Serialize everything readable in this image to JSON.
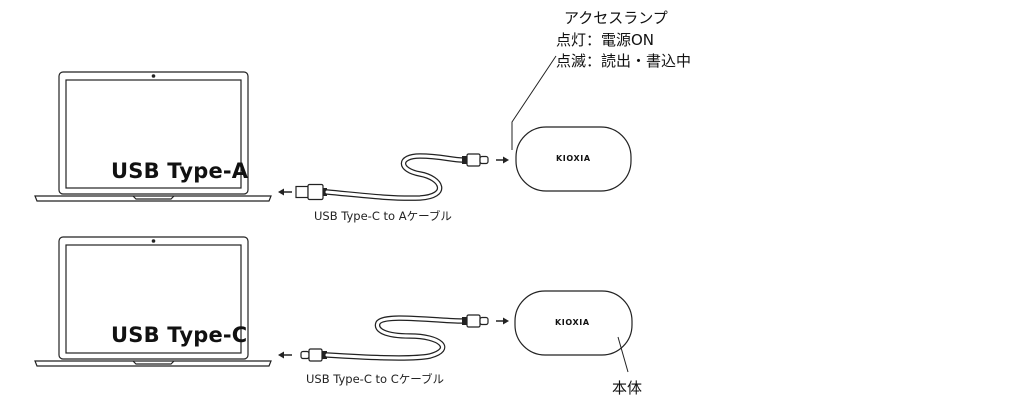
{
  "access_lamp": {
    "title": "アクセスランプ",
    "lit": "点灯：電源ON",
    "blinking": "点滅：読出・書込中"
  },
  "laptop_a": {
    "screen_label": "USB Type-A"
  },
  "laptop_c": {
    "screen_label": "USB Type-C"
  },
  "cable_a": {
    "label": "USB Type-C to Aケーブル"
  },
  "cable_c": {
    "label": "USB Type-C to Cケーブル"
  },
  "device": {
    "brand": "KIOXIA",
    "label": "本体"
  }
}
